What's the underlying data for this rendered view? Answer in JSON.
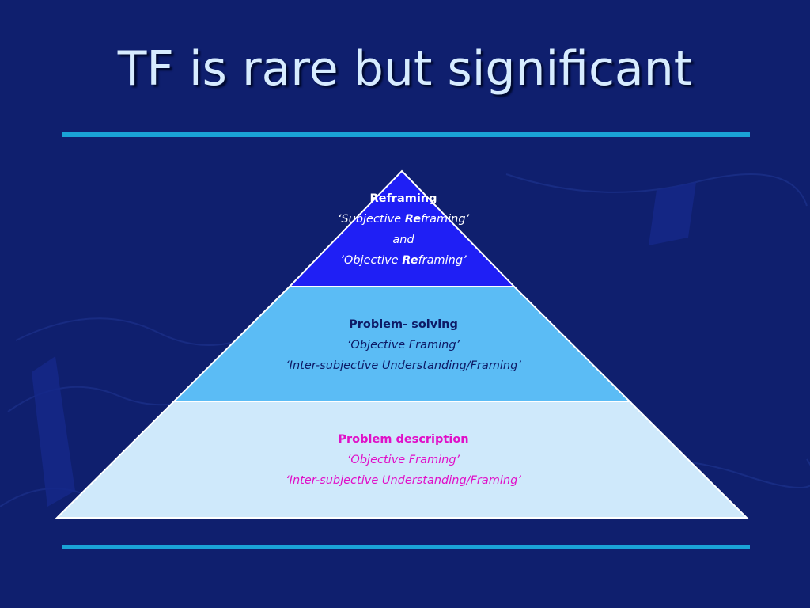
{
  "slide": {
    "title": "TF is rare but significant"
  },
  "pyramid": {
    "top": {
      "heading": "Reframing",
      "line1_pre": "‘Subjective ",
      "line1_bold": "Re",
      "line1_post": "framing’",
      "line2": "and",
      "line3_pre": "‘Objective ",
      "line3_bold": "Re",
      "line3_post": "framing’"
    },
    "middle": {
      "heading": "Problem- solving",
      "line1": "‘Objective Framing’",
      "line2": "‘Inter-subjective Understanding/Framing’"
    },
    "bottom": {
      "heading": "Problem description",
      "line1": "‘Objective Framing’",
      "line2": "‘Inter-subjective Understanding/Framing’"
    }
  },
  "colors": {
    "background": "#0f1f6e",
    "rule": "#1aa3d6",
    "tier_top": "#1f1ff5",
    "tier_middle": "#5bbcf5",
    "tier_bottom": "#cfe9fb",
    "bottom_text": "#e010c8"
  }
}
